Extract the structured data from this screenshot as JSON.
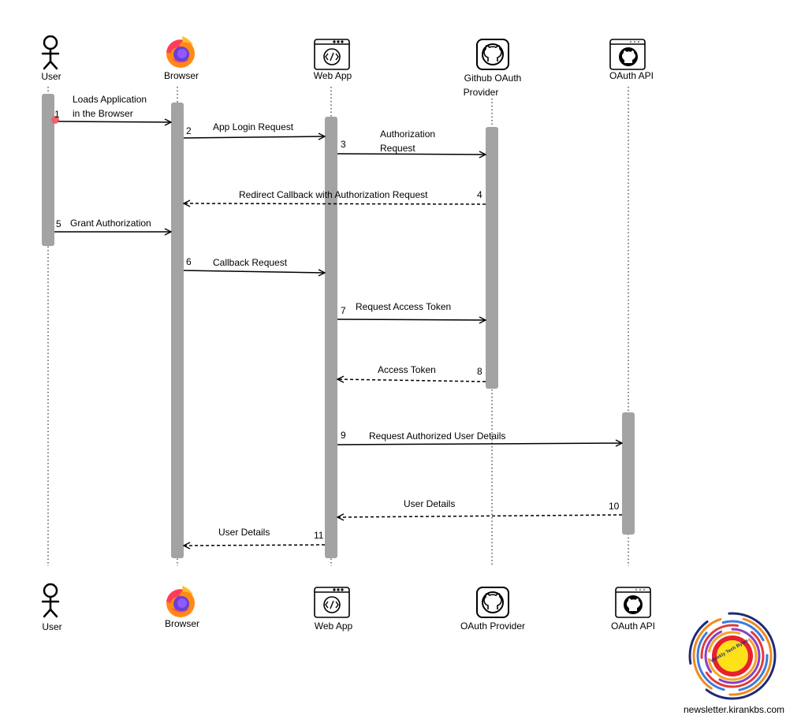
{
  "participants": [
    {
      "id": "user",
      "icon": "person-icon",
      "top_label": [
        "User"
      ],
      "bottom_label": [
        "User"
      ]
    },
    {
      "id": "browser",
      "icon": "firefox-icon",
      "top_label": [
        "Browser"
      ],
      "bottom_label": [
        "Browser"
      ]
    },
    {
      "id": "webapp",
      "icon": "code-window-icon",
      "top_label": [
        "Web App"
      ],
      "bottom_label": [
        "Web App"
      ]
    },
    {
      "id": "github",
      "icon": "github-icon",
      "top_label": [
        "Github OAuth",
        "Provider"
      ],
      "bottom_label": [
        "OAuth Provider"
      ]
    },
    {
      "id": "oauthapi",
      "icon": "github-window-icon",
      "top_label": [
        "OAuth API"
      ],
      "bottom_label": [
        "OAuth API"
      ]
    }
  ],
  "messages": [
    {
      "num": "1",
      "from": "user",
      "to": "browser",
      "style": "solid",
      "label": [
        "Loads Application",
        "in the Browser"
      ]
    },
    {
      "num": "2",
      "from": "browser",
      "to": "webapp",
      "style": "solid",
      "label": [
        "App Login Request"
      ]
    },
    {
      "num": "3",
      "from": "webapp",
      "to": "github",
      "style": "solid",
      "label": [
        "Authorization",
        "Request"
      ]
    },
    {
      "num": "4",
      "from": "github",
      "to": "browser",
      "style": "dashed",
      "label": [
        "Redirect Callback with Authorization Request"
      ]
    },
    {
      "num": "5",
      "from": "user",
      "to": "browser",
      "style": "solid",
      "label": [
        "Grant Authorization"
      ]
    },
    {
      "num": "6",
      "from": "browser",
      "to": "webapp",
      "style": "solid",
      "label": [
        "Callback Request"
      ]
    },
    {
      "num": "7",
      "from": "webapp",
      "to": "github",
      "style": "solid",
      "label": [
        "Request Access Token"
      ]
    },
    {
      "num": "8",
      "from": "github",
      "to": "webapp",
      "style": "dashed",
      "label": [
        "Access Token"
      ]
    },
    {
      "num": "9",
      "from": "webapp",
      "to": "oauthapi",
      "style": "solid",
      "label": [
        "Request Authorized User Details"
      ]
    },
    {
      "num": "10",
      "from": "oauthapi",
      "to": "webapp",
      "style": "dashed",
      "label": [
        "User Details"
      ]
    },
    {
      "num": "11",
      "from": "webapp",
      "to": "browser",
      "style": "dashed",
      "label": [
        "User Details"
      ]
    }
  ],
  "logo": {
    "badge_text": "Weekly Tech Bytes",
    "url": "newsletter.kirankbs.com"
  },
  "colors": {
    "activation": "#a3a3a3",
    "start_dot": "#f0606a",
    "line": "#000000"
  }
}
